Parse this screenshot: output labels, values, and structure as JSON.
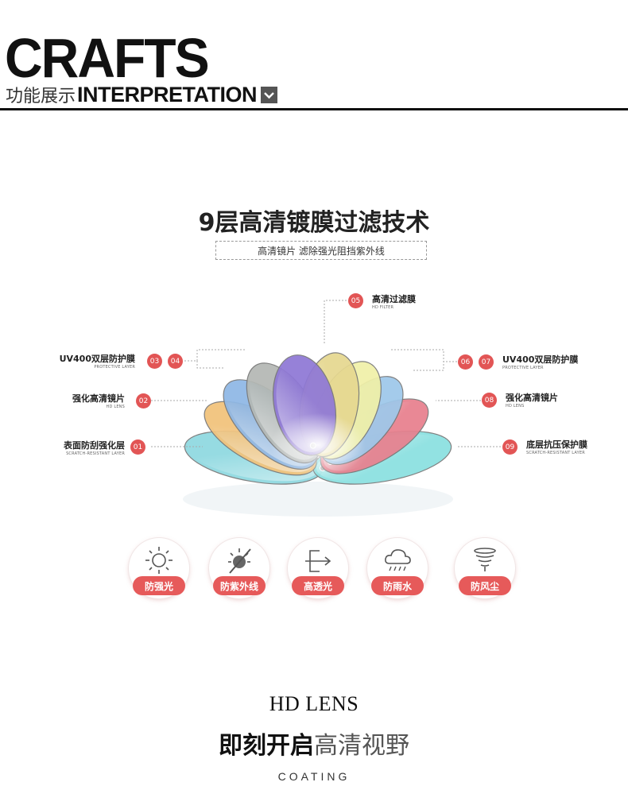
{
  "header": {
    "title": "CRAFTS",
    "sub_cn": "功能展示",
    "sub_en": "INTERPRETATION"
  },
  "main": {
    "title": "9层高清镀膜过滤技术",
    "subtitle": "高清镜片 滤除强光阻挡紫外线"
  },
  "layers": [
    {
      "num": "01",
      "cn": "表面防刮强化层",
      "en": "SCRATCH-RESISTANT LAYER"
    },
    {
      "num": "02",
      "cn": "强化高清镜片",
      "en": "HD LENS"
    },
    {
      "num": "03",
      "cn": "UV400双层防护膜",
      "en": "PROTECTIVE LAYER"
    },
    {
      "num": "04",
      "cn": "",
      "en": ""
    },
    {
      "num": "05",
      "cn": "高清过滤膜",
      "en": "HD FILTER"
    },
    {
      "num": "06",
      "cn": "",
      "en": ""
    },
    {
      "num": "07",
      "cn": "UV400双层防护膜",
      "en": "PROTECTIVE LAYER"
    },
    {
      "num": "08",
      "cn": "强化高清镜片",
      "en": "HD LENS"
    },
    {
      "num": "09",
      "cn": "底层抗压保护膜",
      "en": "SCRATCH-RESISTANT LAYER"
    }
  ],
  "lens_colors": [
    "#8fd9e0",
    "#f2c27a",
    "#8fb8e6",
    "#b4b8b4",
    "#8f78d6",
    "#e6d890",
    "#f0f0a8",
    "#9ec8ea",
    "#e8808e",
    "#8ae0e0"
  ],
  "features": [
    {
      "label": "防强光",
      "icon": "sun-icon"
    },
    {
      "label": "防紫外线",
      "icon": "uv-block-icon"
    },
    {
      "label": "高透光",
      "icon": "light-transmit-icon"
    },
    {
      "label": "防雨水",
      "icon": "rain-cloud-icon"
    },
    {
      "label": "防风尘",
      "icon": "wind-dust-icon"
    }
  ],
  "footer": {
    "hd": "HD LENS",
    "tag_bold": "即刻开启",
    "tag_light": "高清视野",
    "coating": "COATING"
  },
  "accent_color": "#e25555"
}
